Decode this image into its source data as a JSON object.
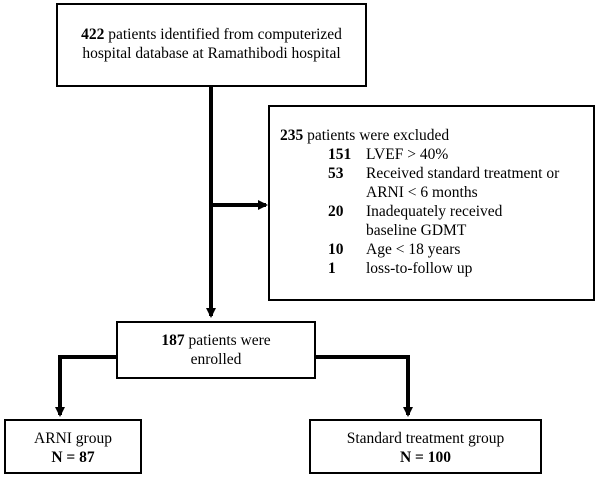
{
  "top_box": {
    "count": "422",
    "line1_rest": " patients identified from computerized",
    "line2": "hospital database at Ramathibodi hospital"
  },
  "excluded_box": {
    "count": "235",
    "heading_rest": " patients were excluded",
    "items": [
      {
        "num": "151",
        "text": "LVEF > 40%"
      },
      {
        "num": "53",
        "text": "Received standard treatment or ARNI < 6 months"
      },
      {
        "num": "20",
        "text": "Inadequately received baseline GDMT"
      },
      {
        "num": "10",
        "text": "Age < 18 years"
      },
      {
        "num": "1",
        "text": "loss-to-follow up"
      }
    ]
  },
  "enrolled_box": {
    "count": "187",
    "line1_rest": " patients were",
    "line2": "enrolled"
  },
  "arni_box": {
    "label": "ARNI group",
    "n": "N = 87"
  },
  "standard_box": {
    "label": "Standard treatment group",
    "n": "N = 100"
  }
}
